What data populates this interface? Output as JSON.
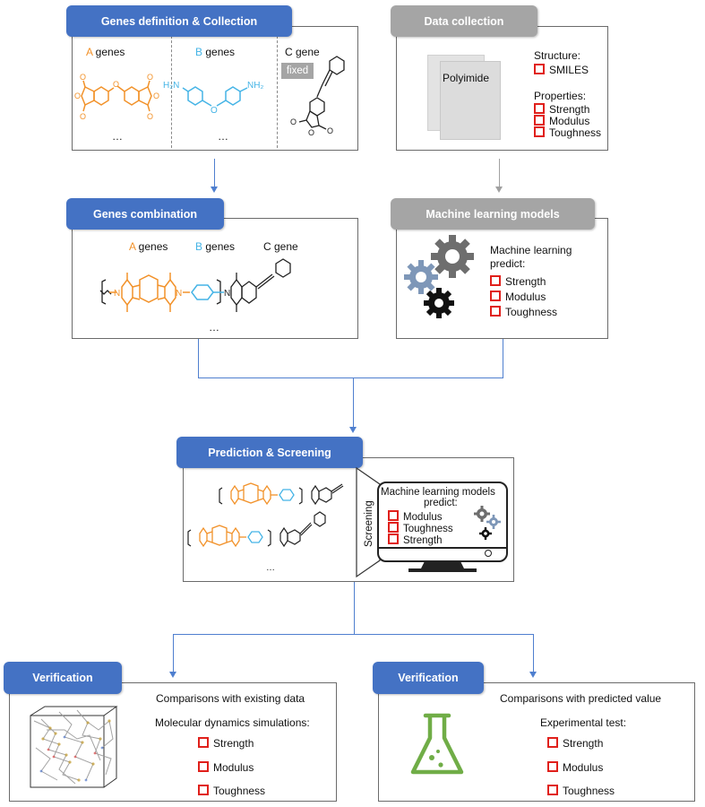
{
  "colors": {
    "blue_tab": "#4472c4",
    "gray_tab": "#a5a5a5",
    "a_gene": "#f2922a",
    "b_gene": "#45b4e6",
    "checkbox": "#e0201b",
    "flask": "#70ad47"
  },
  "genes_definition": {
    "title": "Genes definition & Collection",
    "a_prefix": "A",
    "a_suffix": " genes",
    "b_prefix": "B",
    "b_suffix": " genes",
    "c_label": "C gene",
    "fixed": "fixed",
    "ellipsis_a": "…",
    "ellipsis_b": "…",
    "nh2": "H₂N",
    "nh2_right": "NH₂",
    "o": "O"
  },
  "data_collection": {
    "title": "Data collection",
    "doc_label": "Polyimide",
    "structure_label": "Structure:",
    "structure_items": [
      "SMILES"
    ],
    "properties_label": "Properties:",
    "properties_items": [
      "Strength",
      "Modulus",
      "Toughness"
    ]
  },
  "genes_combination": {
    "title": "Genes combination",
    "a_prefix": "A",
    "a_suffix": " genes",
    "b_prefix": "B",
    "b_suffix": " genes",
    "c_label": "C gene",
    "ellipsis": "…",
    "n": "N"
  },
  "ml_models": {
    "title": "Machine learning models",
    "predict_line1": "Machine learning",
    "predict_line2": "predict:",
    "items": [
      "Strength",
      "Modulus",
      "Toughness"
    ]
  },
  "prediction": {
    "title": "Prediction & Screening",
    "screening": "Screening",
    "monitor_line1": "Machine learning models",
    "monitor_line2": "predict:",
    "items": [
      "Modulus",
      "Toughness",
      "Strength"
    ],
    "ellipsis": "…"
  },
  "verification_left": {
    "title": "Verification",
    "line1": "Comparisons with existing data",
    "line2": "Molecular dynamics simulations:",
    "items": [
      "Strength",
      "Modulus",
      "Toughness"
    ]
  },
  "verification_right": {
    "title": "Verification",
    "line1": "Comparisons with predicted value",
    "line2": "Experimental test:",
    "items": [
      "Strength",
      "Modulus",
      "Toughness"
    ]
  }
}
